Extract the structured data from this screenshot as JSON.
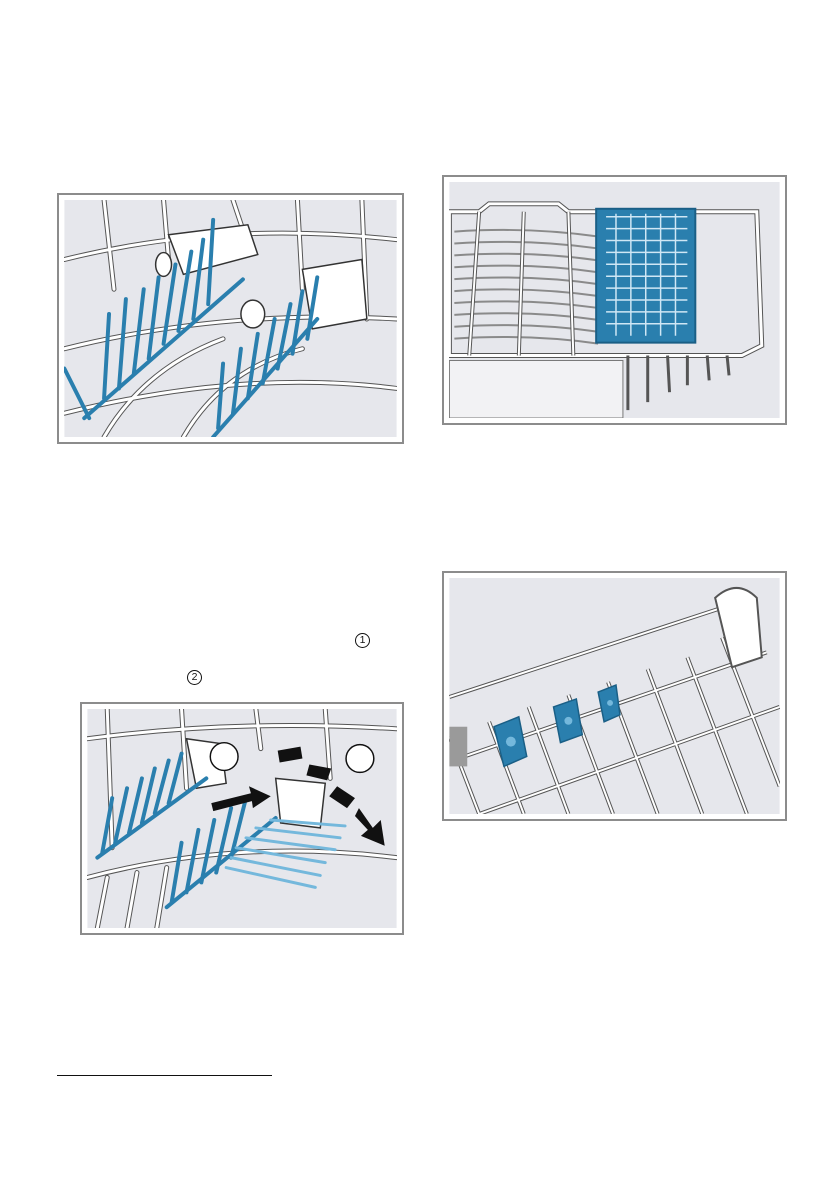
{
  "callouts": {
    "first": "1",
    "second": "2"
  },
  "figures": [
    {
      "id": "fig1",
      "subject": "tines-folded-up"
    },
    {
      "id": "fig2",
      "subject": "cutlery-basket-in-rack"
    },
    {
      "id": "fig3",
      "subject": "upper-rack-clips"
    },
    {
      "id": "fig4",
      "subject": "tines-folding-steps"
    }
  ],
  "colors": {
    "figure_background": "#e6e7ec",
    "wire": "#ffffff",
    "wire_outline": "#555555",
    "highlight": "#2a7fae",
    "highlight_light": "#74b8dc",
    "arrow": "#111111",
    "frame": "#8c8c8c"
  }
}
